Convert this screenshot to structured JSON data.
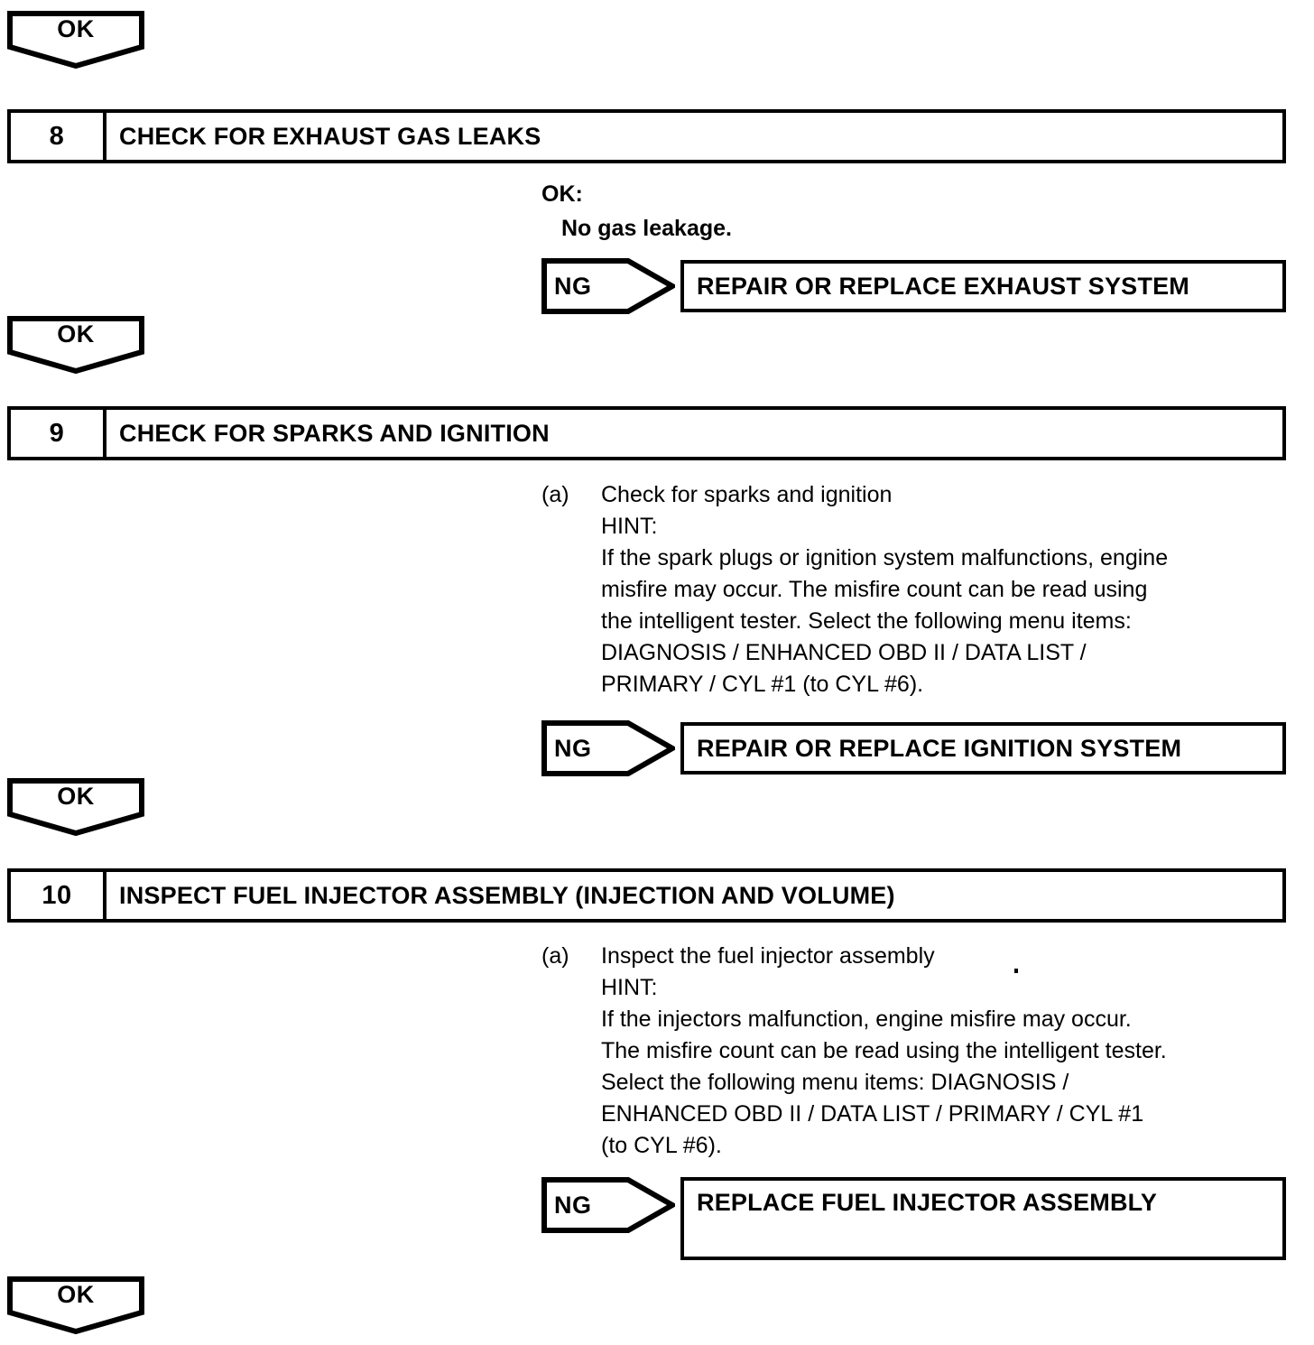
{
  "flow": {
    "connectors": {
      "ok_label": "OK",
      "ng_label": "NG"
    },
    "top_connector": {
      "label": "OK"
    },
    "bottom_connector": {
      "label": "OK"
    },
    "steps": [
      {
        "number": "8",
        "title": "CHECK FOR EXHAUST GAS LEAKS",
        "spec_label": "OK:",
        "spec_value": "No gas leakage.",
        "ng_label": "NG",
        "ng_result": "REPAIR OR REPLACE EXHAUST SYSTEM",
        "ok_connector": "OK"
      },
      {
        "number": "9",
        "title": "CHECK FOR SPARKS AND IGNITION",
        "item_marker": "(a)",
        "item_title": "Check for sparks and ignition",
        "hint_label": "HINT:",
        "hint_lines": [
          "If the spark plugs or ignition system malfunctions, engine",
          "misfire may occur. The misfire count can be read using",
          "the intelligent tester. Select the following menu items:",
          "DIAGNOSIS / ENHANCED OBD II / DATA LIST /",
          "PRIMARY / CYL #1 (to CYL #6)."
        ],
        "ng_label": "NG",
        "ng_result": "REPAIR OR REPLACE IGNITION SYSTEM",
        "ok_connector": "OK"
      },
      {
        "number": "10",
        "title": "INSPECT FUEL INJECTOR ASSEMBLY (INJECTION AND VOLUME)",
        "item_marker": "(a)",
        "item_title": "Inspect the fuel injector assembly",
        "hint_label": "HINT:",
        "hint_lines": [
          "If the injectors malfunction, engine misfire may occur.",
          "The misfire count can be read using the intelligent tester.",
          "Select the following menu items: DIAGNOSIS /",
          "ENHANCED OBD II / DATA LIST / PRIMARY / CYL #1",
          "(to CYL #6)."
        ],
        "ng_label": "NG",
        "ng_result": "REPLACE FUEL INJECTOR ASSEMBLY",
        "ok_connector": "OK"
      }
    ]
  },
  "colors": {
    "line": "#000000",
    "background": "#ffffff",
    "text": "#000000"
  }
}
